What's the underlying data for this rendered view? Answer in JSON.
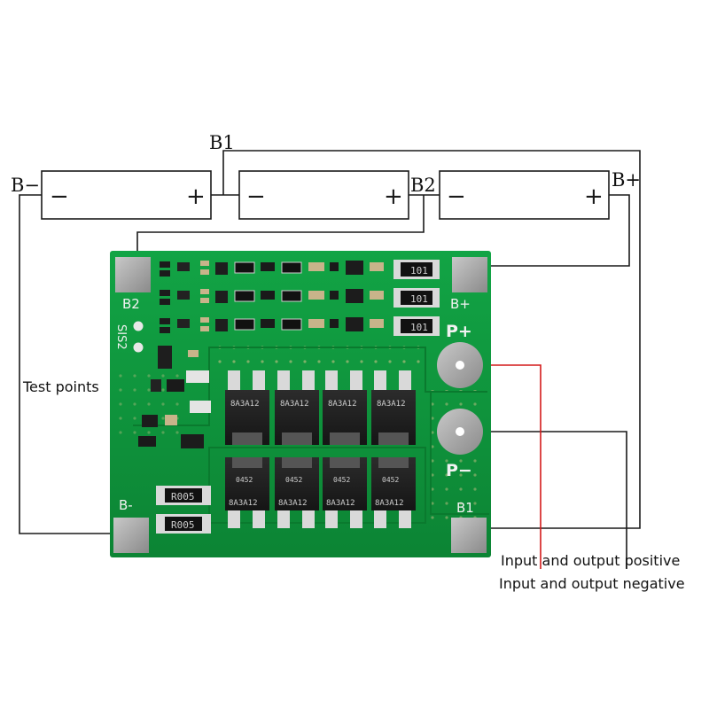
{
  "diagram": {
    "cells": [
      {
        "neg": "−",
        "pos": "+"
      },
      {
        "neg": "−",
        "pos": "+"
      },
      {
        "neg": "−",
        "pos": "+"
      }
    ],
    "wire_labels": {
      "b_minus": "B−",
      "b1": "B1",
      "b2": "B2",
      "b_plus": "B+"
    },
    "board_labels": {
      "b2": "B2",
      "b_plus": "B+",
      "p_plus": "P+",
      "p_minus": "P−",
      "b_minus": "B-",
      "b1": "B1",
      "sis2": "SIS2",
      "test_points": "Test points"
    },
    "resistors": {
      "shunt": [
        "101",
        "101",
        "101"
      ],
      "r005": [
        "R005",
        "R005"
      ]
    },
    "mosfets": {
      "top": [
        "8A3A12",
        "8A3A12",
        "8A3A12",
        "8A3A12"
      ],
      "bottom_code": [
        "0452",
        "0452",
        "0452",
        "0452"
      ],
      "bottom": [
        "8A3A12",
        "8A3A12",
        "8A3A12",
        "8A3A12"
      ]
    },
    "legend": {
      "positive": "Input and output positive",
      "negative": "Input and output negative"
    },
    "colors": {
      "pcb": "#0f8f3c",
      "pad": "#a6a6a6",
      "positive_wire": "#d41a1a",
      "negative_wire": "#1a1a1a"
    }
  }
}
